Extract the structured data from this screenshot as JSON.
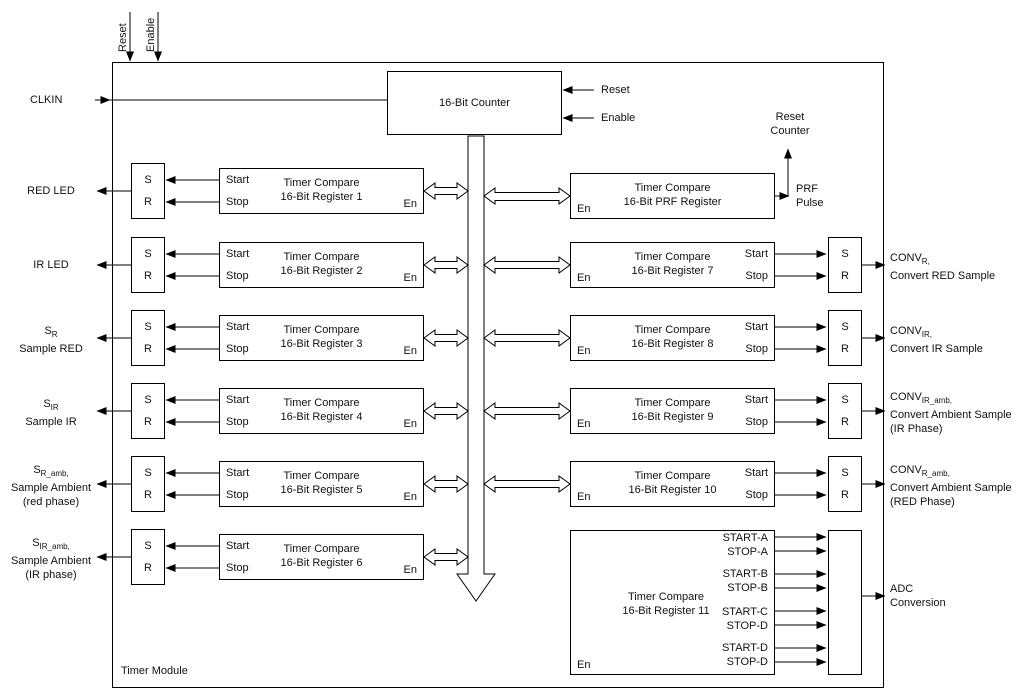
{
  "module": {
    "title": "Timer Module"
  },
  "top": {
    "reset": "Reset",
    "enable": "Enable"
  },
  "clkin": "CLKIN",
  "counter": {
    "title": "16-Bit Counter",
    "reset": "Reset",
    "enable": "Enable"
  },
  "reset_counter": {
    "lines": [
      "Reset",
      "Counter"
    ]
  },
  "common": {
    "start": "Start",
    "stop": "Stop",
    "en": "En",
    "s": "S",
    "r": "R",
    "timer_compare": "Timer Compare"
  },
  "prf": {
    "register": "16-Bit PRF Register",
    "output": {
      "lines": [
        "PRF",
        "Pulse"
      ]
    }
  },
  "left_rows": [
    {
      "register": "16-Bit Register 1",
      "output": {
        "main": "RED LED",
        "sub": "",
        "lines": []
      }
    },
    {
      "register": "16-Bit Register 2",
      "output": {
        "main": "IR LED",
        "sub": "",
        "lines": []
      }
    },
    {
      "register": "16-Bit Register 3",
      "output": {
        "main": "S",
        "sub": "R",
        "lines": [
          "Sample RED"
        ]
      }
    },
    {
      "register": "16-Bit Register 4",
      "output": {
        "main": "S",
        "sub": "IR",
        "lines": [
          "Sample IR"
        ]
      }
    },
    {
      "register": "16-Bit Register 5",
      "output": {
        "main": "S",
        "sub": "R_amb,",
        "lines": [
          "Sample Ambient",
          "(red phase)"
        ]
      }
    },
    {
      "register": "16-Bit Register 6",
      "output": {
        "main": "S",
        "sub": "IR_amb,",
        "lines": [
          "Sample Ambient",
          "(IR phase)"
        ]
      }
    }
  ],
  "right_rows": [
    {
      "register": "16-Bit Register 7",
      "output": {
        "main": "CONV",
        "sub": "R,",
        "lines": [
          "Convert RED Sample"
        ]
      }
    },
    {
      "register": "16-Bit Register 8",
      "output": {
        "main": "CONV",
        "sub": "IR,",
        "lines": [
          "Convert IR Sample"
        ]
      }
    },
    {
      "register": "16-Bit Register 9",
      "output": {
        "main": "CONV",
        "sub": "IR_amb,",
        "lines": [
          "Convert Ambient Sample",
          "(IR Phase)"
        ]
      }
    },
    {
      "register": "16-Bit Register 10",
      "output": {
        "main": "CONV",
        "sub": "R_amb,",
        "lines": [
          "Convert Ambient Sample",
          "(RED Phase)"
        ]
      }
    }
  ],
  "register11": {
    "title": "Timer Compare",
    "register": "16-Bit Register 11",
    "signals": [
      "START-A",
      "STOP-A",
      "START-B",
      "STOP-B",
      "START-C",
      "STOP-D",
      "START-D",
      "STOP-D"
    ],
    "output": {
      "lines": [
        "ADC",
        "Conversion"
      ]
    }
  }
}
